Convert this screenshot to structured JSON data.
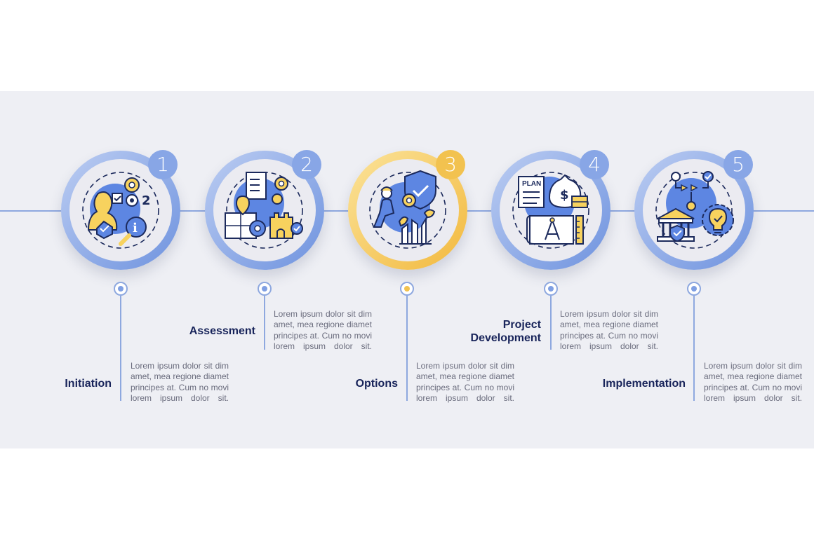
{
  "steps": [
    {
      "number": "1",
      "title": "Initiation",
      "body": "Lorem ipsum dolor sit dim amet, mea regione diamet principes at. Cum no movi lorem ipsum dolor sit."
    },
    {
      "number": "2",
      "title": "Assessment",
      "body": "Lorem ipsum dolor sit dim amet, mea regione diamet principes at. Cum no movi lorem ipsum dolor sit."
    },
    {
      "number": "3",
      "title": "Options",
      "body": "Lorem ipsum dolor sit dim amet, mea regione diamet principes at. Cum no movi lorem ipsum dolor sit."
    },
    {
      "number": "4",
      "title": "Project Development",
      "body": "Lorem ipsum dolor sit dim amet, mea regione diamet principes at. Cum no movi lorem ipsum dolor sit."
    },
    {
      "number": "5",
      "title": "Implementation",
      "body": "Lorem ipsum dolor sit dim amet, mea regione diamet principes at. Cum no movi lorem ipsum dolor sit."
    }
  ],
  "icons": {
    "step1": "sculpture-settings-info-icon",
    "step2": "checklist-map-castle-icon",
    "step3": "restoration-worker-shield-icon",
    "step4": "plan-money-blueprint-icon",
    "step5": "museum-process-lightbulb-icon",
    "step4_plan_label": "PLAN"
  },
  "colors": {
    "accent_blue": "#7f9fe3",
    "accent_yellow": "#f2c24f",
    "navy": "#18245a",
    "icon_fill_blue": "#5d86e2",
    "icon_fill_yellow": "#f7d25e"
  }
}
